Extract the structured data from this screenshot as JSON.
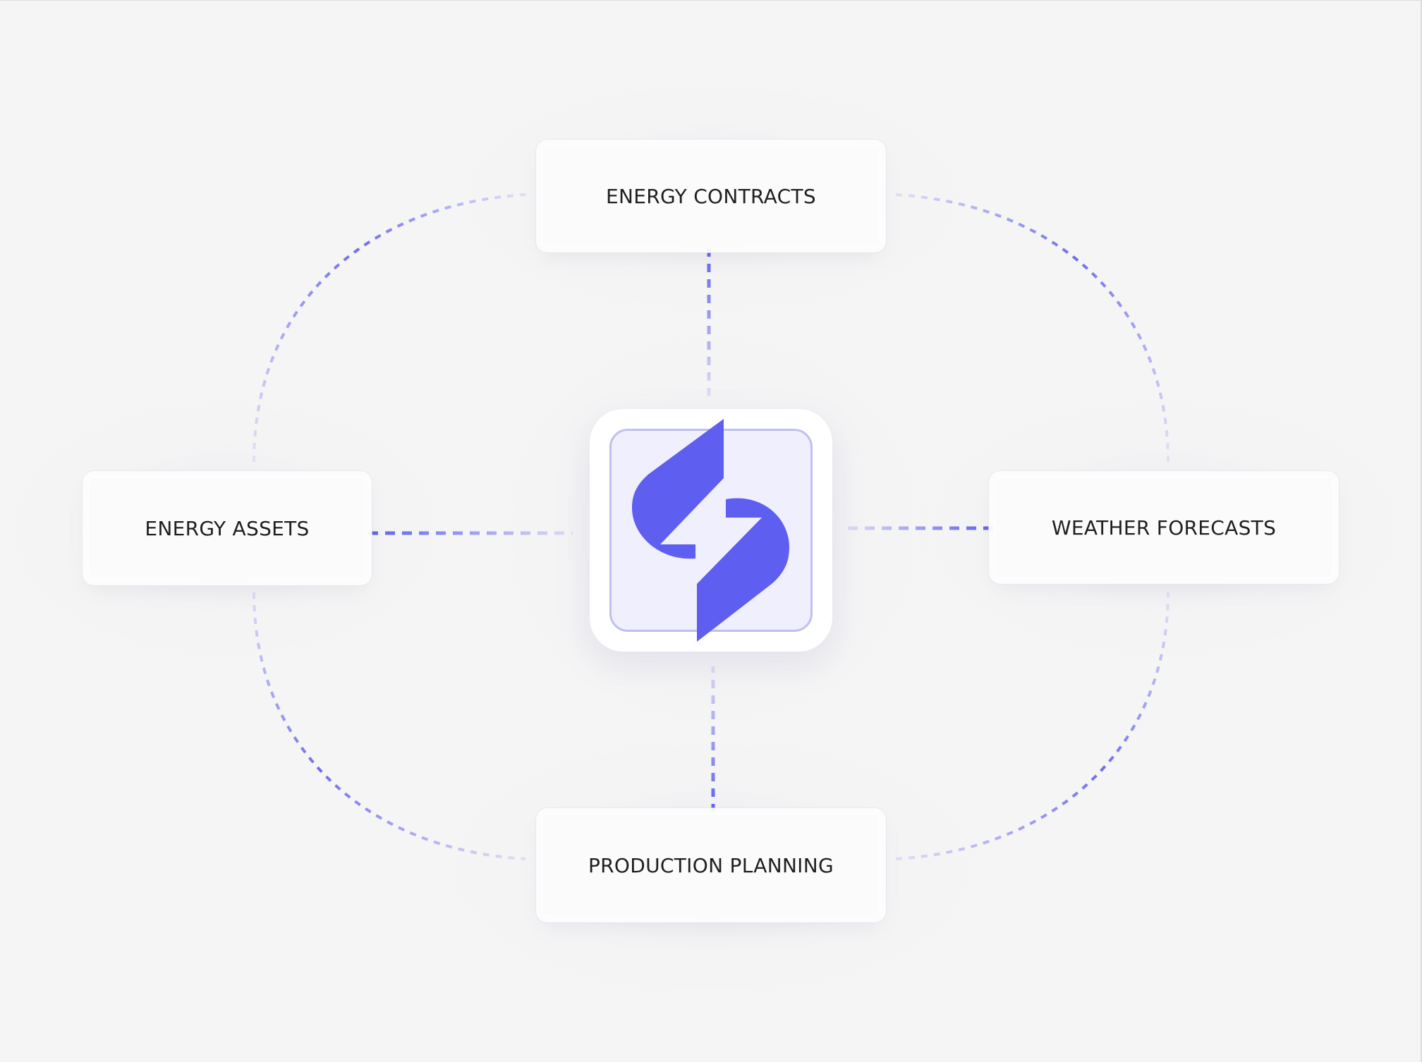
{
  "diagram": {
    "hub": {
      "icon": "bolt-logo-icon",
      "accent_color": "#5e5ef0",
      "tile_color": "#efeffd",
      "border_color": "#c0c0ef"
    },
    "nodes": {
      "top": {
        "label": "ENERGY CONTRACTS"
      },
      "left": {
        "label": "ENERGY ASSETS"
      },
      "right": {
        "label": "WEATHER FORECASTS"
      },
      "bottom": {
        "label": "PRODUCTION PLANNING"
      }
    },
    "connector_color": "#5e5ef0",
    "background_color": "#f5f5f5"
  }
}
